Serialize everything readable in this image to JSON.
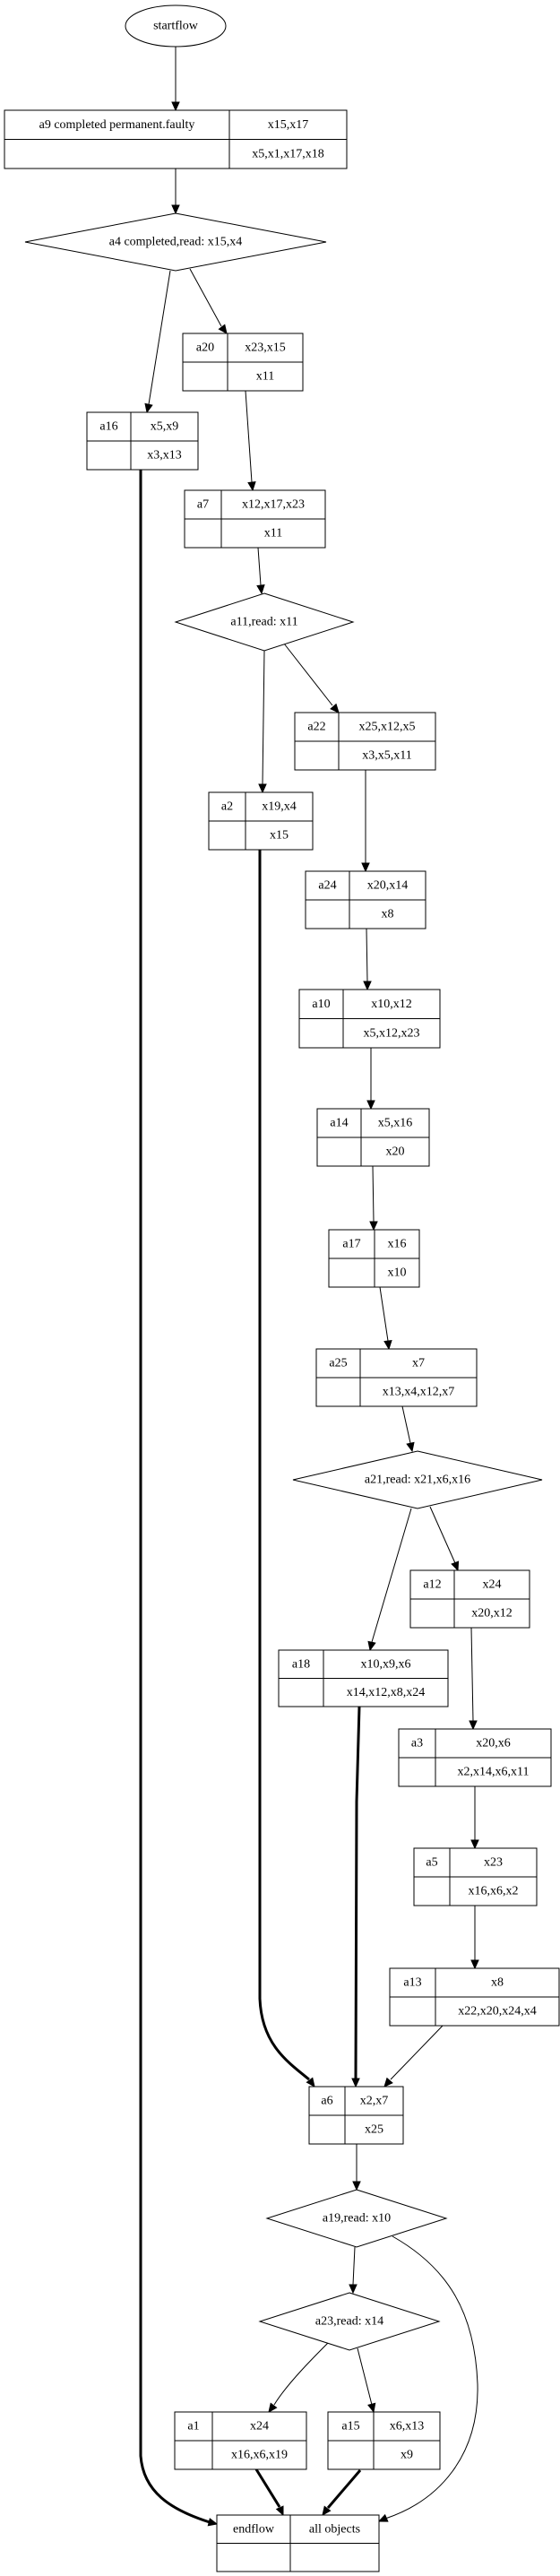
{
  "diagram": {
    "title": "workflow graph",
    "start": {
      "id": "startflow",
      "label": "startflow"
    },
    "end": {
      "id": "endflow",
      "label": "endflow",
      "right": "all objects"
    },
    "activities": [
      {
        "id": "a9",
        "label": "a9 completed permanent.faulty",
        "top": "x15,x17",
        "bottom": "x5,x1,x17,x18"
      },
      {
        "id": "a20",
        "label": "a20",
        "top": "x23,x15",
        "bottom": "x11"
      },
      {
        "id": "a16",
        "label": "a16",
        "top": "x5,x9",
        "bottom": "x3,x13"
      },
      {
        "id": "a7",
        "label": "a7",
        "top": "x12,x17,x23",
        "bottom": "x11"
      },
      {
        "id": "a22",
        "label": "a22",
        "top": "x25,x12,x5",
        "bottom": "x3,x5,x11"
      },
      {
        "id": "a2",
        "label": "a2",
        "top": "x19,x4",
        "bottom": "x15"
      },
      {
        "id": "a24",
        "label": "a24",
        "top": "x20,x14",
        "bottom": "x8"
      },
      {
        "id": "a10",
        "label": "a10",
        "top": "x10,x12",
        "bottom": "x5,x12,x23"
      },
      {
        "id": "a14",
        "label": "a14",
        "top": "x5,x16",
        "bottom": "x20"
      },
      {
        "id": "a17",
        "label": "a17",
        "top": "x16",
        "bottom": "x10"
      },
      {
        "id": "a25",
        "label": "a25",
        "top": "x7",
        "bottom": "x13,x4,x12,x7"
      },
      {
        "id": "a12",
        "label": "a12",
        "top": "x24",
        "bottom": "x20,x12"
      },
      {
        "id": "a18",
        "label": "a18",
        "top": "x10,x9,x6",
        "bottom": "x14,x12,x8,x24"
      },
      {
        "id": "a3",
        "label": "a3",
        "top": "x20,x6",
        "bottom": "x2,x14,x6,x11"
      },
      {
        "id": "a5",
        "label": "a5",
        "top": "x23",
        "bottom": "x16,x6,x2"
      },
      {
        "id": "a13",
        "label": "a13",
        "top": "x8",
        "bottom": "x22,x20,x24,x4"
      },
      {
        "id": "a6",
        "label": "a6",
        "top": "x2,x7",
        "bottom": "x25"
      },
      {
        "id": "a1",
        "label": "a1",
        "top": "x24",
        "bottom": "x16,x6,x19"
      },
      {
        "id": "a15",
        "label": "a15",
        "top": "x6,x13",
        "bottom": "x9"
      }
    ],
    "decisions": [
      {
        "id": "a4",
        "label": "a4 completed,read: x15,x4"
      },
      {
        "id": "a11",
        "label": "a11,read: x11"
      },
      {
        "id": "a21",
        "label": "a21,read: x21,x6,x16"
      },
      {
        "id": "a19",
        "label": "a19,read: x10"
      },
      {
        "id": "a23",
        "label": "a23,read: x14"
      }
    ],
    "edges": [
      {
        "from": "startflow",
        "to": "a9",
        "bold": false
      },
      {
        "from": "a9",
        "to": "a4",
        "bold": false
      },
      {
        "from": "a4",
        "to": "a16",
        "bold": false
      },
      {
        "from": "a4",
        "to": "a20",
        "bold": false
      },
      {
        "from": "a20",
        "to": "a7",
        "bold": false
      },
      {
        "from": "a7",
        "to": "a11",
        "bold": false
      },
      {
        "from": "a11",
        "to": "a2",
        "bold": false
      },
      {
        "from": "a11",
        "to": "a22",
        "bold": false
      },
      {
        "from": "a22",
        "to": "a24",
        "bold": false
      },
      {
        "from": "a24",
        "to": "a10",
        "bold": false
      },
      {
        "from": "a10",
        "to": "a14",
        "bold": false
      },
      {
        "from": "a14",
        "to": "a17",
        "bold": false
      },
      {
        "from": "a17",
        "to": "a25",
        "bold": false
      },
      {
        "from": "a25",
        "to": "a21",
        "bold": false
      },
      {
        "from": "a21",
        "to": "a18",
        "bold": false
      },
      {
        "from": "a21",
        "to": "a12",
        "bold": false
      },
      {
        "from": "a12",
        "to": "a3",
        "bold": false
      },
      {
        "from": "a3",
        "to": "a5",
        "bold": false
      },
      {
        "from": "a5",
        "to": "a13",
        "bold": false
      },
      {
        "from": "a13",
        "to": "a6",
        "bold": false
      },
      {
        "from": "a2",
        "to": "a6",
        "bold": true
      },
      {
        "from": "a18",
        "to": "a6",
        "bold": true
      },
      {
        "from": "a6",
        "to": "a19",
        "bold": false
      },
      {
        "from": "a19",
        "to": "a23",
        "bold": false
      },
      {
        "from": "a19",
        "to": "endflow",
        "bold": false
      },
      {
        "from": "a23",
        "to": "a1",
        "bold": false
      },
      {
        "from": "a23",
        "to": "a15",
        "bold": false
      },
      {
        "from": "a1",
        "to": "endflow",
        "bold": true
      },
      {
        "from": "a15",
        "to": "endflow",
        "bold": true
      },
      {
        "from": "a16",
        "to": "endflow",
        "bold": true
      }
    ]
  }
}
